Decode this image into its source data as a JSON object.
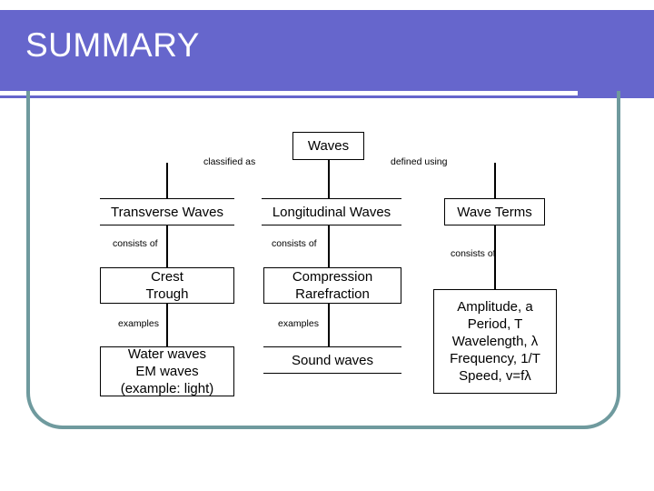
{
  "slide": {
    "title": "SUMMARY",
    "banner_color": "#6666cc",
    "underline_color": "#ffffff",
    "frame_color": "#6f9a9e"
  },
  "concept_map": {
    "nodes": {
      "waves": {
        "lines": [
          "Waves"
        ]
      },
      "transverse": {
        "lines": [
          "Transverse Waves"
        ]
      },
      "longitudinal": {
        "lines": [
          "Longitudinal Waves"
        ]
      },
      "wave_terms": {
        "lines": [
          "Wave Terms"
        ]
      },
      "crest_trough": {
        "lines": [
          "Crest",
          "Trough"
        ]
      },
      "compression": {
        "lines": [
          "Compression",
          "Rarefraction"
        ]
      },
      "water_em": {
        "lines": [
          "Water waves",
          "EM waves",
          "(example: light)"
        ]
      },
      "sound": {
        "lines": [
          "Sound waves"
        ]
      },
      "wave_quantities": {
        "lines": [
          "Amplitude, a",
          "Period, T",
          "Wavelength, λ",
          "Frequency, 1/T",
          "Speed, v=fλ"
        ]
      }
    },
    "edge_labels": {
      "classified_as": "classified as",
      "defined_using": "defined using",
      "consists_of_1": "consists of",
      "consists_of_2": "consists of",
      "consists_of_3": "consists of",
      "examples_1": "examples",
      "examples_2": "examples"
    }
  }
}
